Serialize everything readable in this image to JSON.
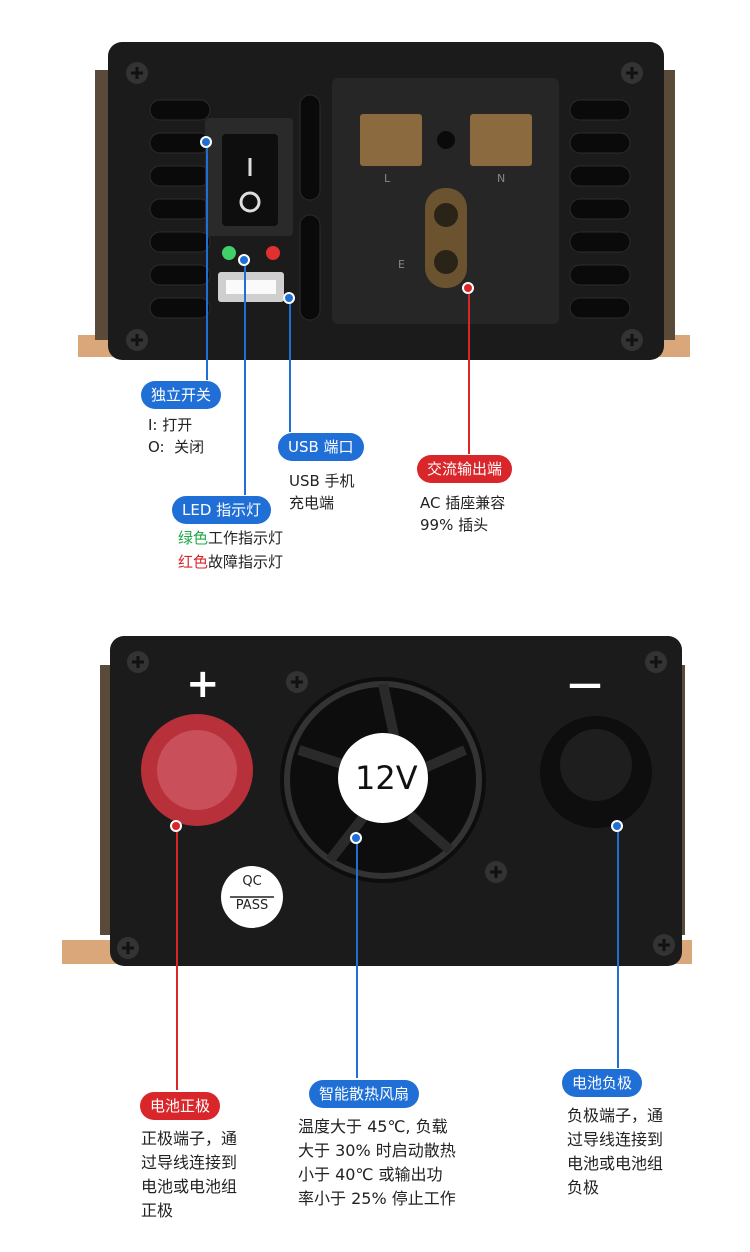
{
  "top_panel": {
    "switch_on_mark": "I",
    "switch_off_mark": "O",
    "socket_labels": [
      "L",
      "N",
      "E"
    ]
  },
  "bottom_panel": {
    "plus_sign": "+",
    "minus_sign": "—",
    "fan_label": "12V",
    "qc_label_top": "QC",
    "qc_label_bottom": "PASS"
  },
  "callouts": {
    "switch": {
      "title": "独立开关",
      "lines": [
        "I: 打开",
        "O:  关闭"
      ]
    },
    "usb": {
      "title": "USB 端口",
      "lines": [
        "USB 手机",
        "充电端"
      ]
    },
    "led": {
      "title": "LED 指示灯",
      "green_word": "绿色",
      "green_rest": "工作指示灯",
      "red_word": "红色",
      "red_rest": "故障指示灯"
    },
    "ac": {
      "title": "交流输出端",
      "lines": [
        "AC 插座兼容",
        "99% 插头"
      ]
    },
    "pos": {
      "title": "电池正极",
      "lines": [
        "正极端子，通",
        "过导线连接到",
        "电池或电池组",
        "正极"
      ]
    },
    "fan": {
      "title": "智能散热风扇",
      "lines": [
        "温度大于 45℃, 负载",
        "大于 30% 时启动散热",
        "小于 40℃ 或输出功",
        "率小于 25% 停止工作"
      ]
    },
    "neg": {
      "title": "电池负极",
      "lines": [
        "负极端子，通",
        "过导线连接到",
        "电池或电池组",
        "负极"
      ]
    }
  },
  "colors": {
    "accent_blue": "#1f6fd6",
    "accent_red": "#d8262b",
    "led_green": "#1fa84a"
  }
}
